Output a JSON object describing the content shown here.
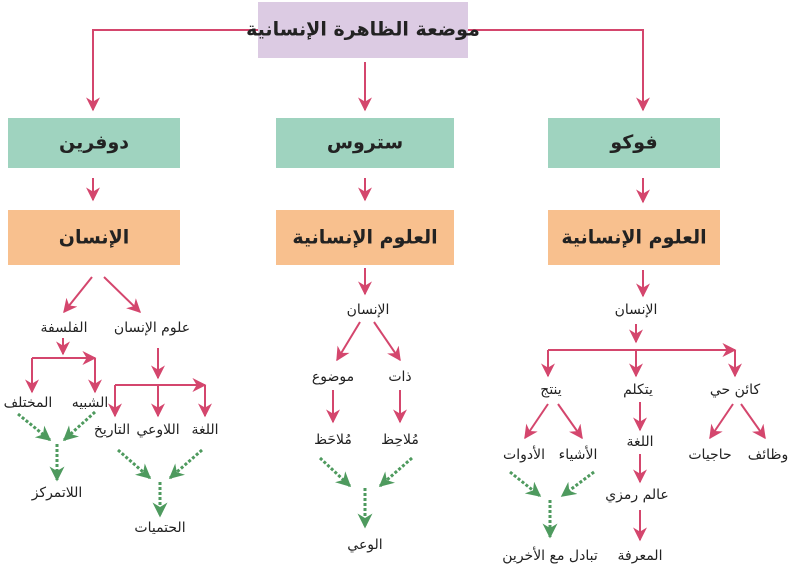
{
  "title": "موضعة الظاهرة الإنسانية",
  "colors": {
    "title_box": "#dccbe3",
    "name_box": "#9fd3bf",
    "concept_box": "#f8c08e",
    "red_arrow": "#d4466d",
    "green_arrow": "#4e9a5e"
  },
  "columns": {
    "foucault": {
      "name": "فوكو",
      "concept": "العلوم الإنسانية",
      "human": "الإنسان",
      "produces": "ينتج",
      "things": "الأشياء",
      "tools": "الأدوات",
      "exchange": "تبادل مع الأخرين",
      "speaks": "يتكلم",
      "language": "اللغة",
      "symbolic_world": "عالم رمزي",
      "knowledge": "المعرفة",
      "living_being": "كائن حي",
      "functions": "وظائف",
      "needs": "حاجيات"
    },
    "strauss": {
      "name": "ستروس",
      "concept": "العلوم الإنسانية",
      "human": "الإنسان",
      "object": "موضوع",
      "subject": "ذات",
      "observed": "مُلاحَظ",
      "observer": "مُلاحِظ",
      "consciousness": "الوعي"
    },
    "dufrenne": {
      "name": "دوفرين",
      "concept": "الإنسان",
      "philosophy": "الفلسفة",
      "human_sciences": "علوم الإنسان",
      "different": "المختلف",
      "similar": "الشبيه",
      "decentering": "اللاتمركز",
      "history": "التاريخ",
      "unconscious": "اللاوعي",
      "language": "اللغة",
      "determinisms": "الحتميات"
    }
  }
}
